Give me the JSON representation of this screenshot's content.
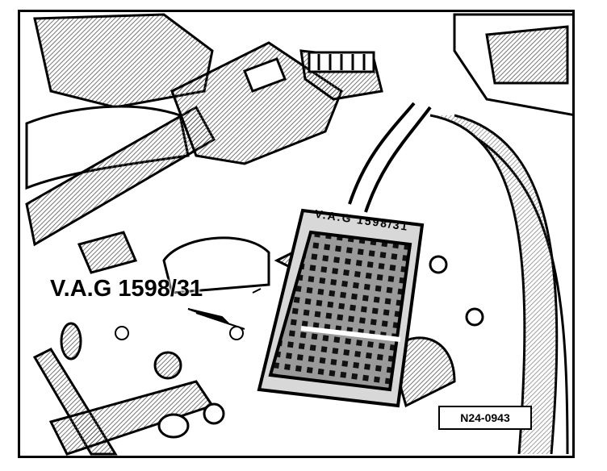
{
  "figure": {
    "callout_label": "V.A.G 1598/31",
    "figure_code": "N24-0943",
    "box_label": "V.A.G 1598/31",
    "colors": {
      "ink": "#000000",
      "paper": "#ffffff",
      "hatch": "#7a7a7a"
    }
  }
}
